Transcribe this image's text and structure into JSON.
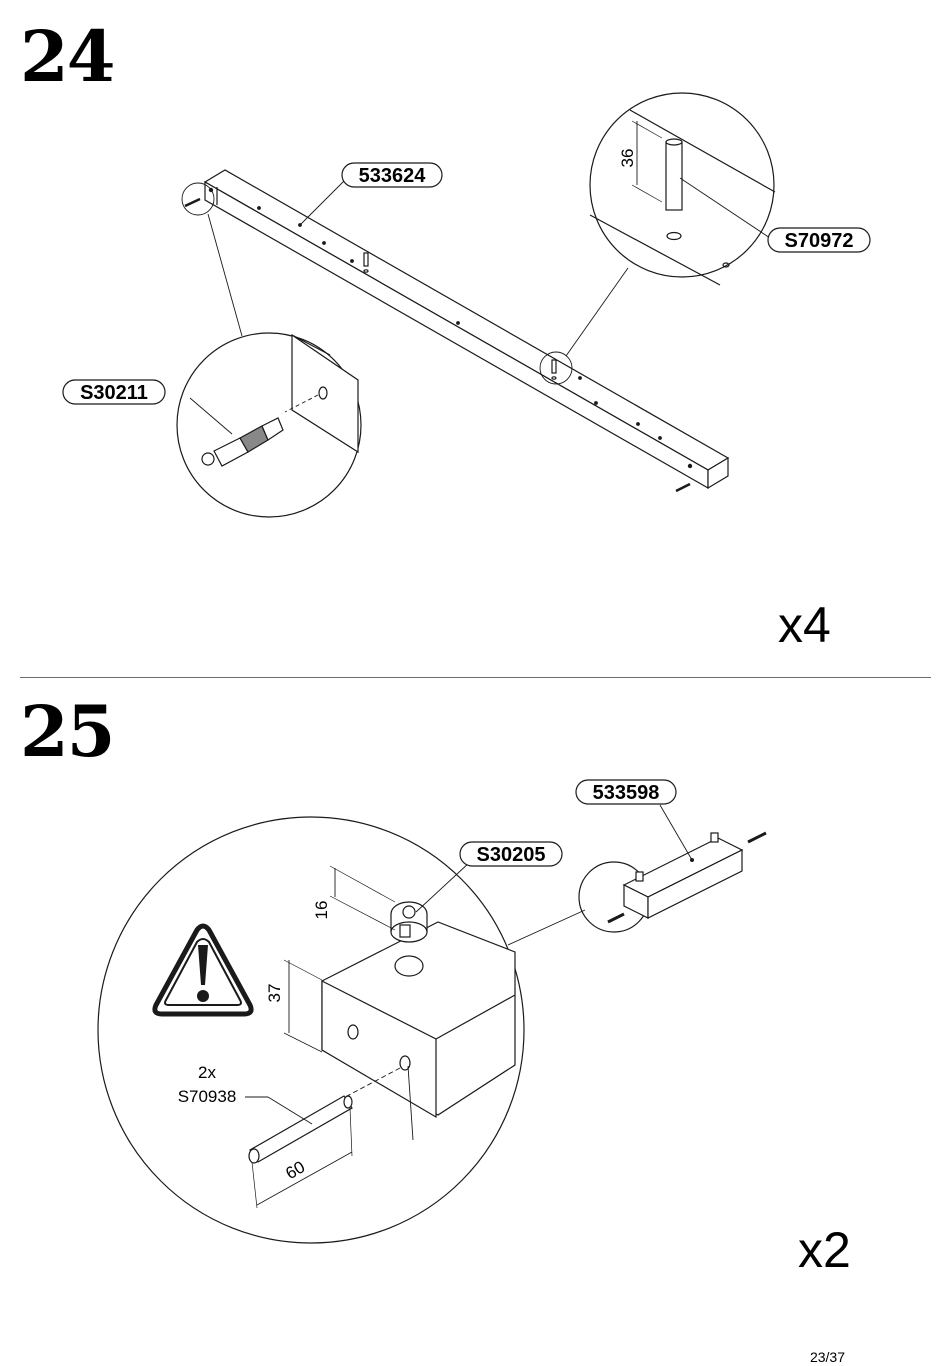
{
  "steps": [
    {
      "number": "24",
      "quantity": "x4",
      "parts": {
        "rail": "533624",
        "dowel": "S70972",
        "connector_bolt": "S30211"
      },
      "dimensions": {
        "dowel_height": "36"
      }
    },
    {
      "number": "25",
      "quantity": "x2",
      "parts": {
        "block": "533598",
        "cam_lock": "S30205",
        "dowel_count": "2x",
        "dowel": "S70938"
      },
      "dimensions": {
        "cam_offset": "16",
        "hole_height": "37",
        "dowel_length": "60"
      },
      "warning_icon": "warning-triangle-icon"
    }
  ],
  "page": {
    "number": "23/37"
  },
  "colors": {
    "line": "#1a1a1a",
    "divider": "#6e6e6e",
    "fill": "#ffffff"
  }
}
